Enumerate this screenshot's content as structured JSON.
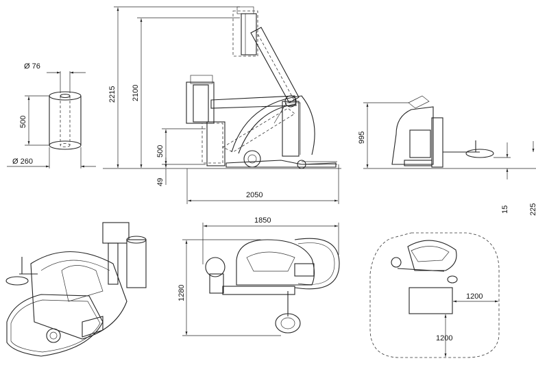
{
  "dimensions": {
    "roll_core_diameter": "Ø 76",
    "roll_height": "500",
    "roll_diameter": "Ø 260",
    "max_height": "2215",
    "mast_height": "2100",
    "roll_lift_height": "500",
    "ground_clearance": "49",
    "overall_length": "2050",
    "machine_height": "995",
    "fork_clearance": "15",
    "fork_height": "225",
    "top_length": "1850",
    "top_width": "1280",
    "turning_clearance_x": "1200",
    "turning_clearance_y": "1200"
  }
}
